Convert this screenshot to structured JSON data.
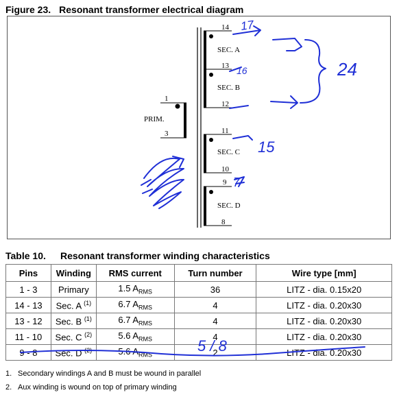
{
  "figure": {
    "number": "Figure 23.",
    "title": "Resonant transformer electrical diagram",
    "primary_label": "PRIM.",
    "primary_pins": {
      "top": "1",
      "bottom": "3"
    },
    "secondaries": [
      {
        "label": "SEC. A",
        "pin_top": "14"
      },
      {
        "label": "SEC. B",
        "pin_top": "13",
        "pin_bottom": "12"
      },
      {
        "label": "SEC. C",
        "pin_top": "11",
        "pin_bottom": "10"
      },
      {
        "label": "SEC. D",
        "pin_top": "9",
        "pin_bottom": "8"
      }
    ],
    "handwritten": {
      "sec_a": "17",
      "sec_b": "16",
      "sec_ab_total": "24",
      "sec_c": "15",
      "sec_d": "7"
    }
  },
  "table": {
    "number": "Table 10.",
    "title": "Resonant transformer winding characteristics",
    "headers": [
      "Pins",
      "Winding",
      "RMS current",
      "Turn number",
      "Wire type [mm]"
    ],
    "rows": [
      {
        "pins": "1 - 3",
        "winding": "Primary",
        "note": "",
        "current": "1.5 A",
        "current_unit": "RMS",
        "turns": "36",
        "wire": "LITZ - dia. 0.15x20"
      },
      {
        "pins": "14 - 13",
        "winding": "Sec. A",
        "note": "(1)",
        "current": "6.7 A",
        "current_unit": "RMS",
        "turns": "4",
        "wire": "LITZ - dia. 0.20x30"
      },
      {
        "pins": "13 - 12",
        "winding": "Sec. B",
        "note": "(1)",
        "current": "6.7 A",
        "current_unit": "RMS",
        "turns": "4",
        "wire": "LITZ - dia. 0.20x30"
      },
      {
        "pins": "11 - 10",
        "winding": "Sec. C",
        "note": "(2)",
        "current": "5.6 A",
        "current_unit": "RMS",
        "turns": "4",
        "wire": "LITZ - dia. 0.20x30"
      },
      {
        "pins": "9 - 8",
        "winding": "Sec. D",
        "note": "(2)",
        "current": "5.6 A",
        "current_unit": "RMS",
        "turns": "2",
        "wire": "LITZ - dia. 0.20x30"
      }
    ],
    "handwritten_turns": "5 / 8"
  },
  "notes": [
    {
      "n": "1.",
      "text": "Secondary windings A and B must be wound in parallel"
    },
    {
      "n": "2.",
      "text": "Aux winding is wound on top of primary winding"
    }
  ],
  "colors": {
    "ink": "#1f2fd6",
    "text": "#000000",
    "border": "#777777"
  }
}
